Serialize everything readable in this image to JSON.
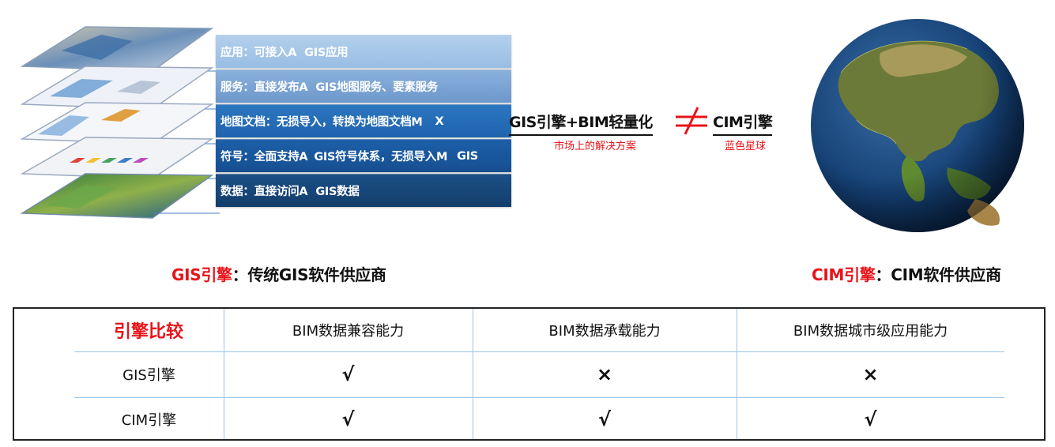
{
  "layers": [
    {
      "label": "应用：可接入A",
      "label2": "GIS应用"
    },
    {
      "label": "服务：直接发布A",
      "label2": "GIS地图服务、要素服务"
    },
    {
      "label": "地图文档：无损导入，转换为地图文档M",
      "label2": "X"
    },
    {
      "label": "符号：全面支持A",
      "label2": "GIS符号体系，无损导入M",
      "label3": "GIS"
    },
    {
      "label": "数据：直接访问A",
      "label2": "GIS数据"
    }
  ],
  "equation": {
    "left": "GIS引擎+BIM轻量化",
    "left_sub": "市场上的解决方案",
    "symbol": "≠",
    "right": "CIM引擎",
    "right_sub": "蓝色星球"
  },
  "captions": {
    "gis_red": "GIS引擎",
    "gis_rest": "：传统GIS软件供应商",
    "cim_red": "CIM引擎",
    "cim_rest": "：CIM软件供应商"
  },
  "table": {
    "corner": "引擎比较",
    "columns": [
      "BIM数据兼容能力",
      "BIM数据承载能力",
      "BIM数据城市级应用能力"
    ],
    "rows": [
      {
        "name": "GIS引擎",
        "values": [
          "√",
          "×",
          "×"
        ]
      },
      {
        "name": "CIM引擎",
        "values": [
          "√",
          "√",
          "√"
        ]
      }
    ]
  },
  "colors": {
    "accent_red": "#e8141a",
    "grid_blue": "#9cc6e6"
  }
}
